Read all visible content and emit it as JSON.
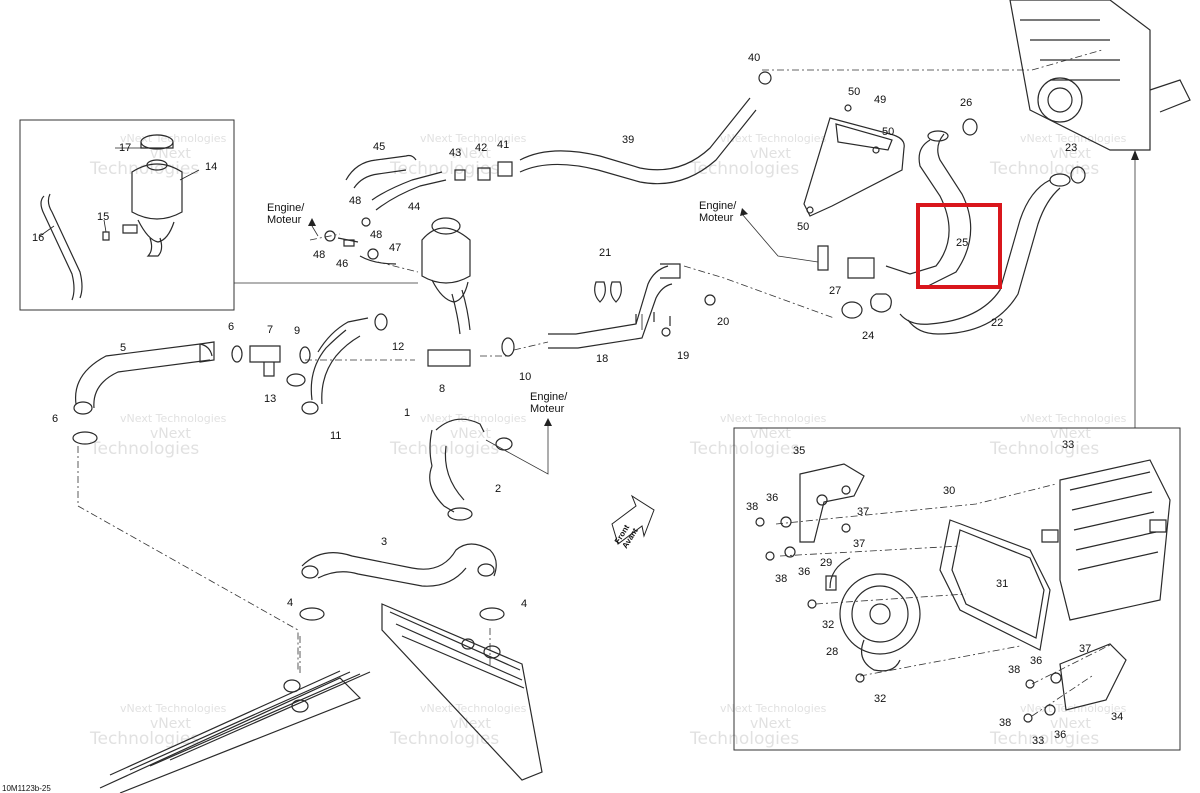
{
  "diagram": {
    "code": "10M1123b-25",
    "engine_labels": [
      {
        "line1": "Engine/",
        "line2": "Moteur"
      },
      {
        "line1": "Engine/",
        "line2": "Moteur"
      },
      {
        "line1": "Engine/",
        "line2": "Moteur"
      }
    ],
    "front_label": {
      "line1": "Front",
      "line2": "Avant"
    },
    "watermark": {
      "line1": "vNext",
      "line2": "Technologies",
      "single": "vNext Technologies"
    },
    "highlighted_part": "25",
    "colors": {
      "highlight": "#d9161c",
      "line": "#222222",
      "watermark": "#c9c9c9"
    },
    "callouts": [
      "1",
      "2",
      "3",
      "4",
      "4",
      "5",
      "6",
      "6",
      "7",
      "8",
      "9",
      "10",
      "11",
      "12",
      "13",
      "14",
      "15",
      "16",
      "17",
      "18",
      "19",
      "20",
      "21",
      "22",
      "23",
      "24",
      "25",
      "26",
      "27",
      "28",
      "29",
      "30",
      "31",
      "32",
      "32",
      "33",
      "33",
      "34",
      "35",
      "36",
      "36",
      "36",
      "36",
      "37",
      "37",
      "37",
      "38",
      "38",
      "38",
      "38",
      "39",
      "40",
      "41",
      "42",
      "43",
      "44",
      "45",
      "46",
      "47",
      "48",
      "48",
      "48",
      "49",
      "50",
      "50",
      "50"
    ]
  }
}
